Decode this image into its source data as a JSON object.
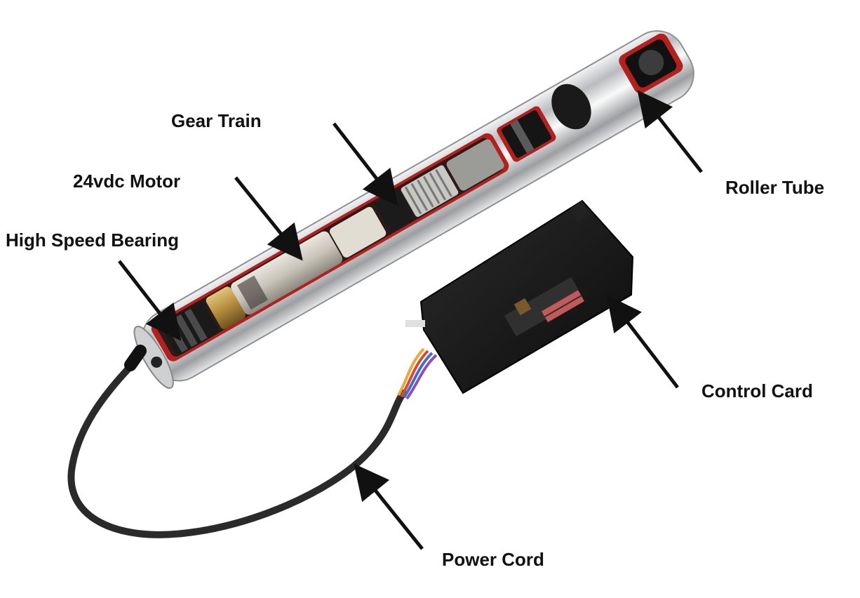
{
  "labels": {
    "gear_train": "Gear Train",
    "motor": "24vdc Motor",
    "bearing": "High Speed Bearing",
    "roller_tube": "Roller Tube",
    "control_card": "Control Card",
    "power_cord": "Power Cord"
  },
  "colors": {
    "chrome": "#d9dadc",
    "cutaway_red": "#b3201e",
    "card_black": "#141414",
    "cord_black": "#2a2a2a",
    "arrow": "#111111"
  }
}
